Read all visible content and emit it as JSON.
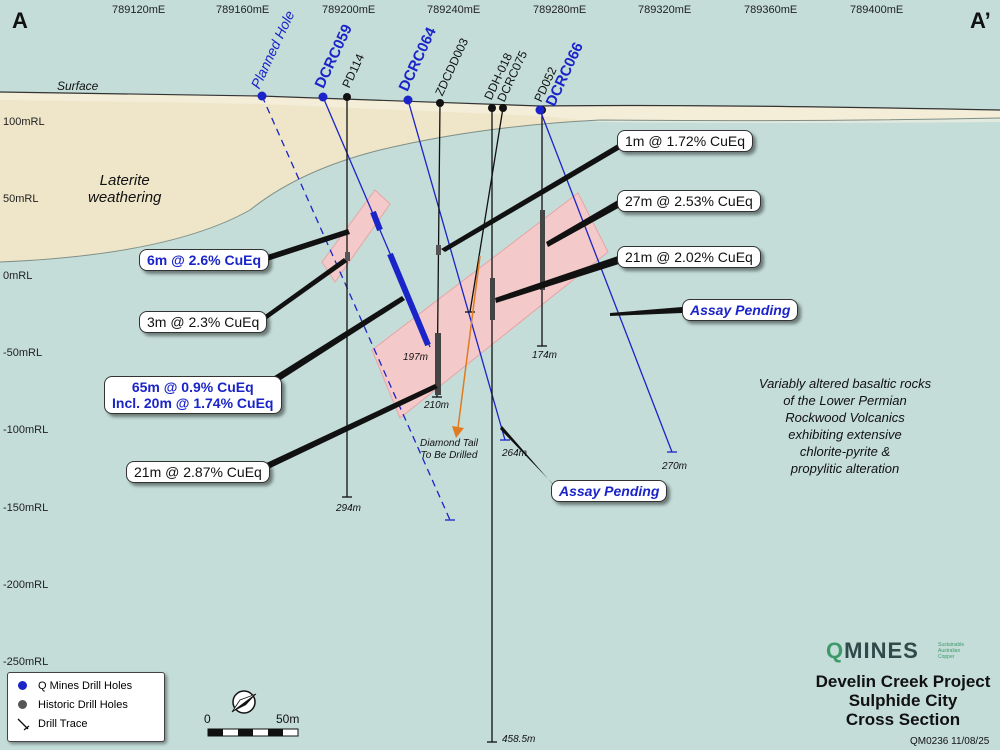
{
  "section": {
    "start_label": "A",
    "end_label": "A’",
    "eastings": [
      "789120mE",
      "789160mE",
      "789200mE",
      "789240mE",
      "789280mE",
      "789320mE",
      "789360mE",
      "789400mE"
    ],
    "elevations": [
      "100mRL",
      "50mRL",
      "0mRL",
      "-50mRL",
      "-100mRL",
      "-150mRL",
      "-200mRL",
      "-250mRL"
    ],
    "surface_label": "Surface",
    "laterite_label": "Laterite\nweathering",
    "geology_note": "Variably altered basaltic rocks\nof the Lower Permian\nRockwood Volcanics\nexhibiting extensive\nchlorite-pyrite &\npropylitic alteration",
    "diamond_tail_note": "Diamond Tail\nTo Be Drilled"
  },
  "drill_holes": {
    "planned": "Planned Hole",
    "qmines": [
      "DCRC059",
      "DCRC064",
      "DCRC066"
    ],
    "historic": [
      "PD114",
      "ZDCDD003",
      "DDH-018",
      "DCRC075",
      "PD052"
    ]
  },
  "depths": {
    "pd114": "294m",
    "dcrc059": "197m",
    "zdcdd003": "210m",
    "dcrc064": "264m",
    "pd052": "174m",
    "dcrc066": "270m",
    "ddh018": "458.5m"
  },
  "intercepts": {
    "i1": "1m @ 1.72% CuEq",
    "i2": "27m @ 2.53% CuEq",
    "i3": "21m @ 2.02% CuEq",
    "i4": "6m @ 2.6% CuEq",
    "i5": "3m @ 2.3% CuEq",
    "i6a": "65m @ 0.9% CuEq",
    "i6b": "Incl. 20m @ 1.74% CuEq",
    "i7": "21m @ 2.87% CuEq",
    "pending1": "Assay Pending",
    "pending2": "Assay Pending"
  },
  "legend": {
    "qmines": "Q Mines Drill Holes",
    "historic": "Historic Drill Holes",
    "trace": "Drill Trace"
  },
  "scale": {
    "start": "0",
    "end": "50m"
  },
  "branding": {
    "logo_q": "Q",
    "logo_text": "MINES",
    "tagline": "Sustainable\nAustralian\nCopper",
    "title_line1": "Develin Creek Project",
    "title_line2": "Sulphide City",
    "title_line3": "Cross Section",
    "code": "QM0236 11/08/25"
  },
  "colors": {
    "background": "#c4ddd9",
    "laterite": "#efe5c8",
    "mineralisation": "#f6c9c9",
    "qmines_blue": "#1a24c8",
    "historic": "#111111",
    "logo_green": "#3d9a6a"
  }
}
